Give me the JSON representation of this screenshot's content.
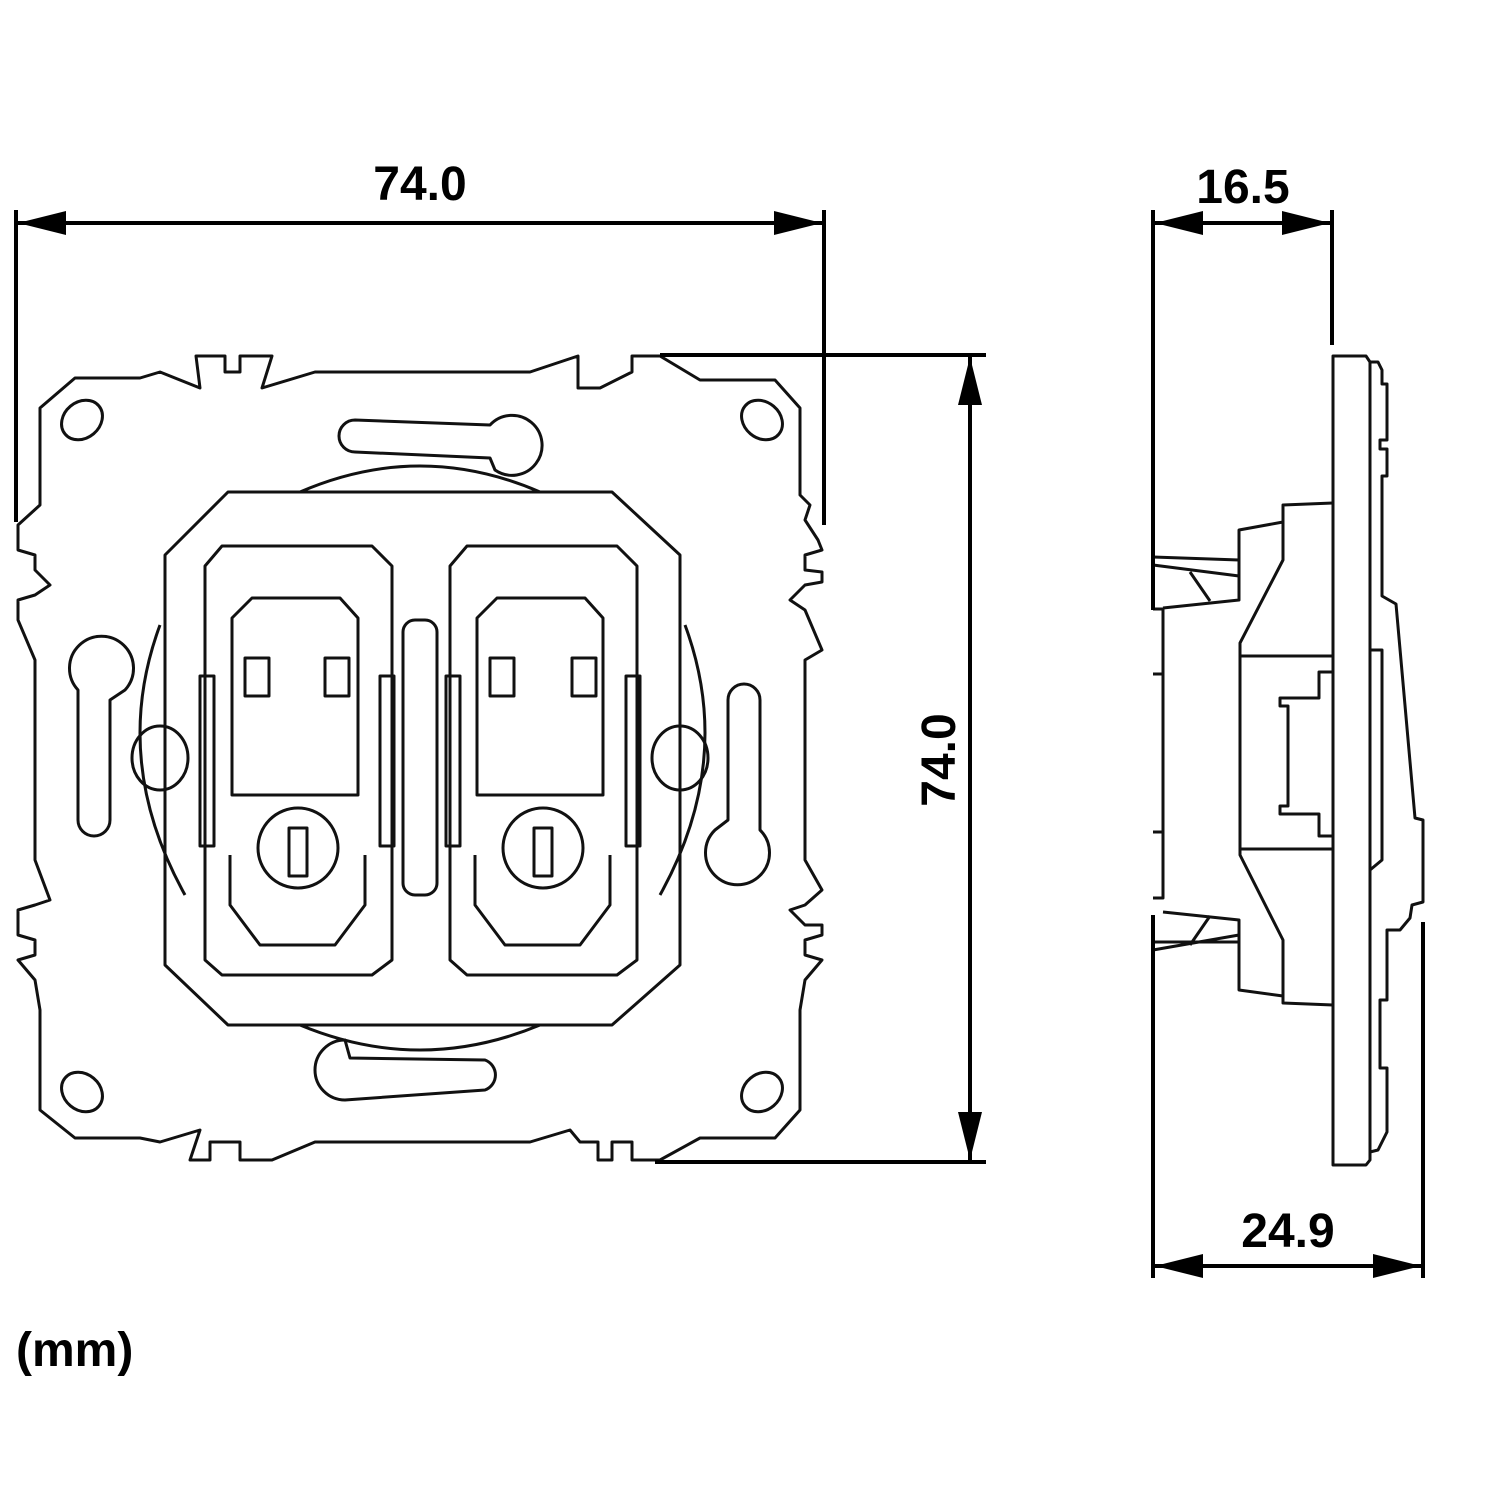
{
  "front_view": {
    "width_label": "74.0",
    "height_label": "74.0"
  },
  "side_view": {
    "depth_top_label": "16.5",
    "depth_bottom_label": "24.9"
  },
  "unit_label": "(mm)",
  "colors": {
    "line": "#111111",
    "background": "#ffffff"
  }
}
